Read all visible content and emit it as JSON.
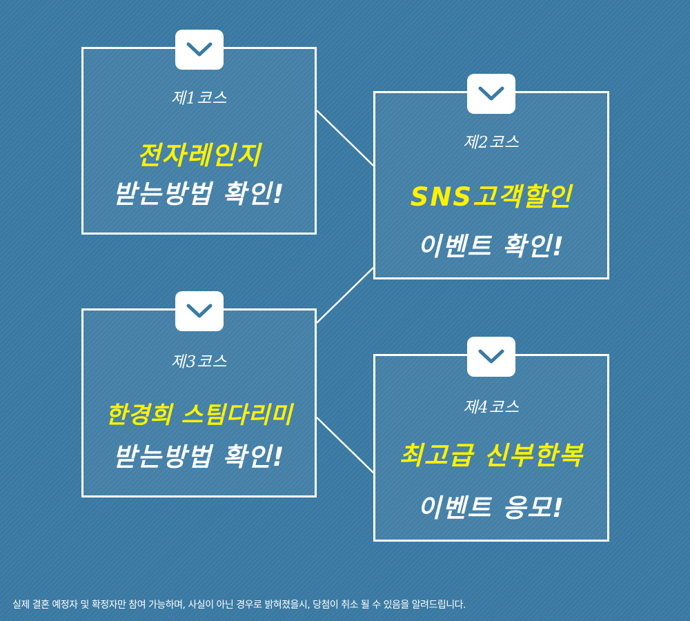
{
  "colors": {
    "background": "#3a7aa4",
    "highlight": "#fff200",
    "text": "#ffffff",
    "check": "#3a7aa4"
  },
  "courses": [
    {
      "number": "제1코스",
      "highlight": "전자레인지",
      "subtitle": "받는방법 확인!",
      "icon": "check-icon"
    },
    {
      "number": "제2코스",
      "highlight": "SNS고객할인",
      "subtitle": "이벤트 확인!",
      "icon": "check-icon"
    },
    {
      "number": "제3코스",
      "highlight": "한경희 스팀다리미",
      "subtitle": "받는방법 확인!",
      "icon": "check-icon"
    },
    {
      "number": "제4코스",
      "highlight": "최고급 신부한복",
      "subtitle": "이벤트 응모!",
      "icon": "check-icon"
    }
  ],
  "disclaimer": "실제 결혼 예정자 및 확정자만 참여 가능하며, 사실이 아닌 경우로 밝혀졌을시, 당첨이 취소 될 수 있음을 알려드립니다."
}
